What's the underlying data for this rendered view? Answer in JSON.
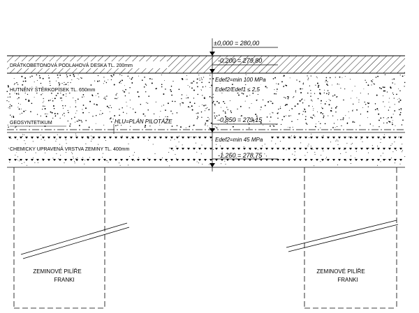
{
  "layers": {
    "slab": "DRÁTKOBETONOVÁ PODLAHOVÁ DESKA TL. 200mm",
    "gravel": "HUTNĚNÝ ŠTĚRKOPÍSEK TL. 650mm",
    "geotextile": "GEOSYNTETIKUM",
    "soil": "CHEMICKY UPRAVENÁ VRSTVA ZEMINY TL. 400mm"
  },
  "levels": {
    "top": "±0,000 = 280,00",
    "slab_bottom": "-0,200 = 279,80",
    "gravel_bottom": "-0,850 = 279,15",
    "soil_bottom": "-1,250 = 278,75"
  },
  "notes": {
    "gravel_modulus": "Edef2=min 100 MPa",
    "gravel_ratio": "Edef2/Edef1 ≤ 2,5",
    "soil_modulus": "Edef2=min 45 MPa",
    "pile_plan": "HLU=PLÁN PILOTÁŽE"
  },
  "piles": [
    {
      "line1": "ZEMINOVÉ PILÍŘE",
      "line2": "FRANKI"
    },
    {
      "line1": "ZEMINOVÉ PILÍŘE",
      "line2": "FRANKI"
    }
  ]
}
